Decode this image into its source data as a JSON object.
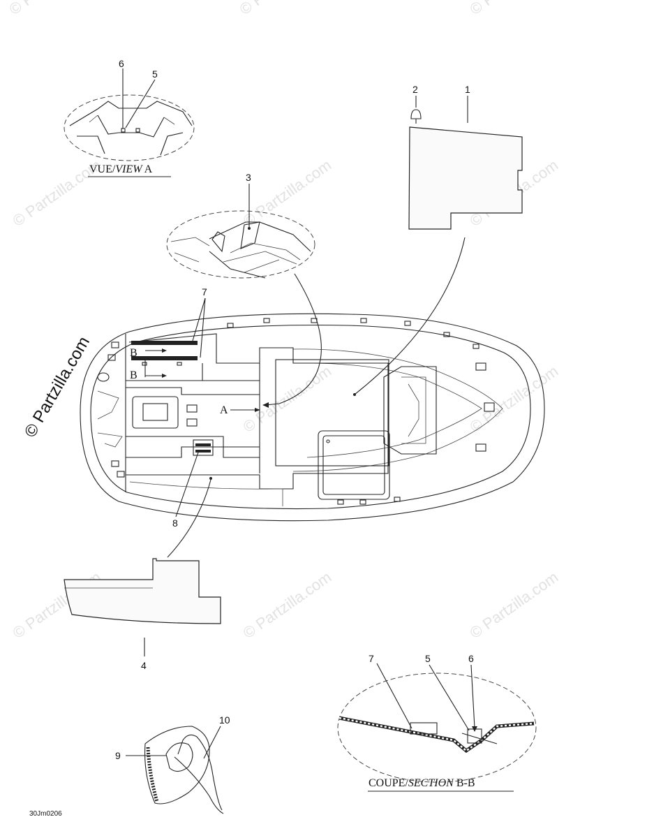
{
  "watermark": {
    "text": "© Partzilla.com",
    "side_text": "© Partzilla.com"
  },
  "labels": {
    "view_a": {
      "prefix": "VUE/",
      "suffix": "VIEW",
      "letter": "A"
    },
    "section_bb": {
      "prefix": "COUPE/",
      "suffix": "SECTION",
      "letter": "B-B"
    }
  },
  "markers": {
    "a": "A",
    "b1": "B",
    "b2": "B"
  },
  "callouts": {
    "c1": "1",
    "c2": "2",
    "c3": "3",
    "c4": "4",
    "c5_top": "5",
    "c6_top": "6",
    "c7_top": "7",
    "c8": "8",
    "c9": "9",
    "c10": "10",
    "c5_sec": "5",
    "c6_sec": "6",
    "c7_sec": "7"
  },
  "reference_code": "30Jm0206"
}
